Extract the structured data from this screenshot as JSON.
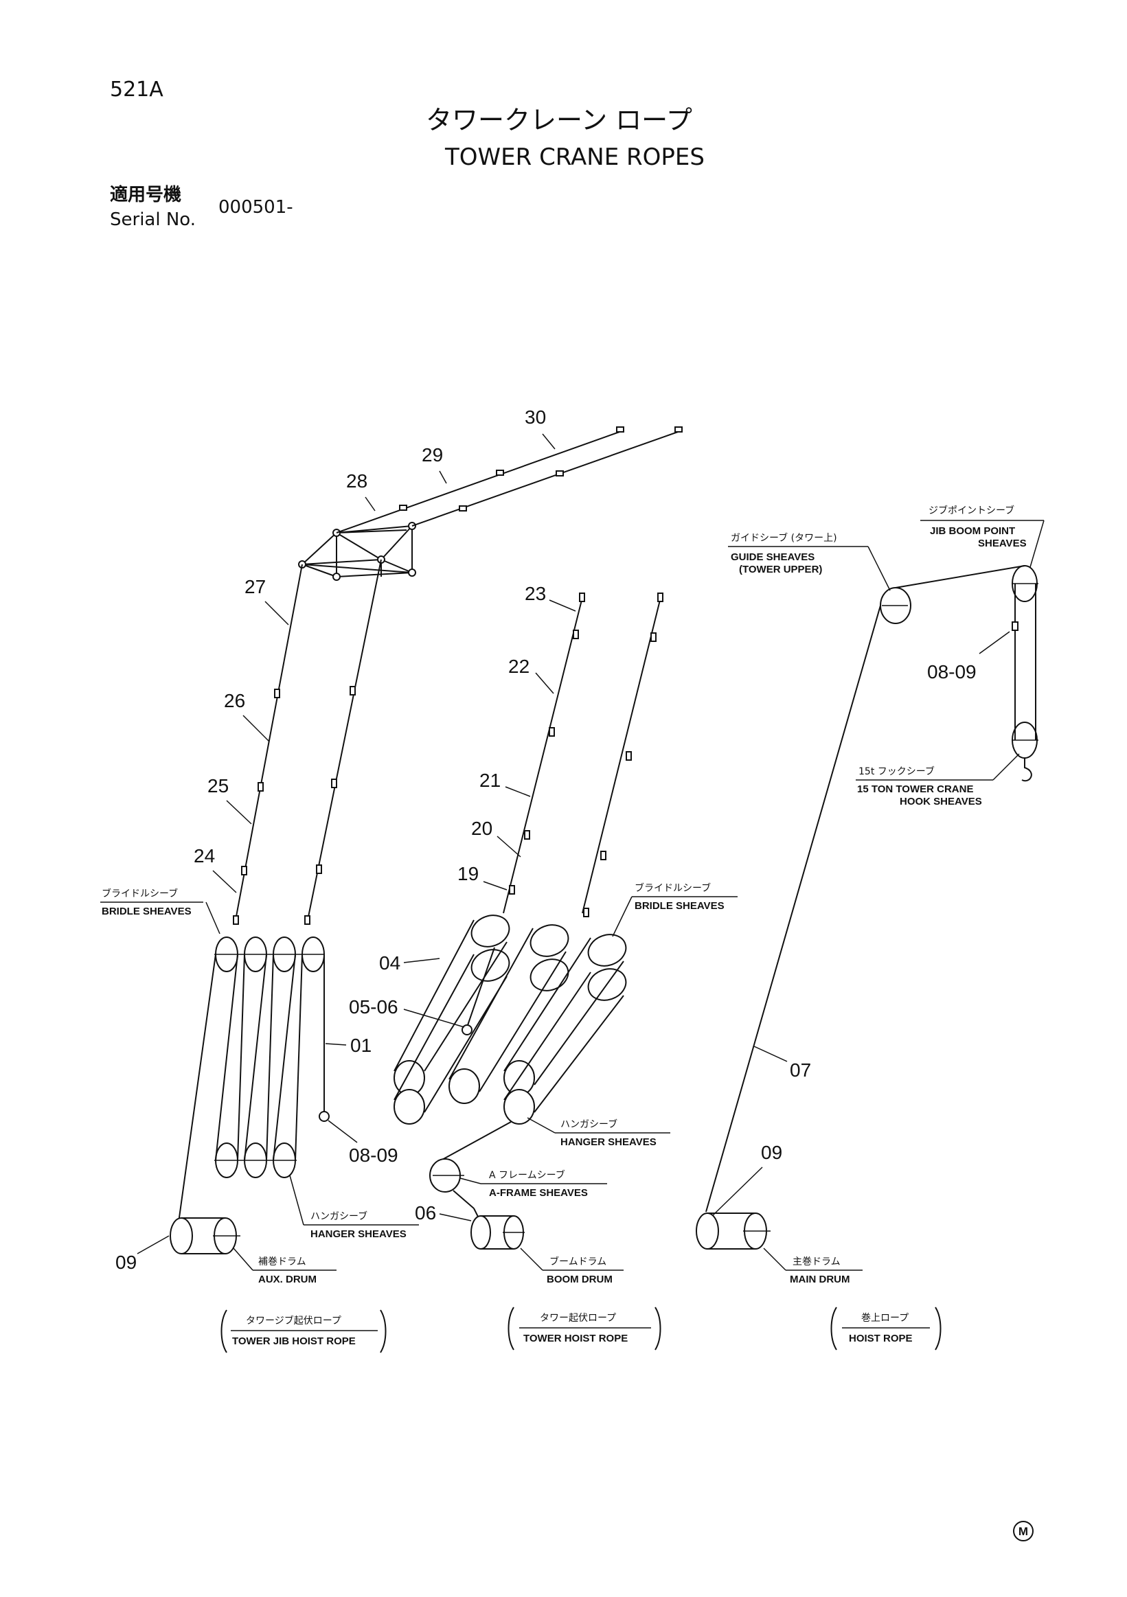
{
  "header": {
    "page_code": "521A",
    "title_jp": "タワークレーン ロープ",
    "title_en": "TOWER CRANE ROPES",
    "serial_label_jp": "適用号機",
    "serial_label_en": "Serial No.",
    "serial_value": "000501-"
  },
  "callouts": {
    "c30": "30",
    "c29": "29",
    "c28": "28",
    "c27": "27",
    "c26": "26",
    "c25": "25",
    "c24": "24",
    "c23": "23",
    "c22": "22",
    "c21": "21",
    "c20": "20",
    "c19": "19",
    "c04": "04",
    "c0506": "05-06",
    "c01": "01",
    "c0809_left": "08-09",
    "c0809_right": "08-09",
    "c07": "07",
    "c09_left": "09",
    "c09_right": "09",
    "c06": "06"
  },
  "labels": {
    "bridle_left_jp": "ブライドルシーブ",
    "bridle_left_en": "BRIDLE SHEAVES",
    "bridle_mid_jp": "ブライドルシーブ",
    "bridle_mid_en": "BRIDLE SHEAVES",
    "guide_jp": "ガイドシーブ (タワー上)",
    "guide_en1": "GUIDE SHEAVES",
    "guide_en2": "(TOWER UPPER)",
    "jib_jp": "ジブポイントシーブ",
    "jib_en1": "JIB BOOM POINT",
    "jib_en2": "SHEAVES",
    "hook_jp": "15t フックシーブ",
    "hook_en1": "15 TON TOWER CRANE",
    "hook_en2": "HOOK SHEAVES",
    "hanger_left_jp": "ハンガシーブ",
    "hanger_left_en": "HANGER SHEAVES",
    "hanger_mid_jp": "ハンガシーブ",
    "hanger_mid_en": "HANGER SHEAVES",
    "aframe_jp": "A フレームシーブ",
    "aframe_en": "A-FRAME SHEAVES",
    "aux_jp": "補巻ドラム",
    "aux_en": "AUX.  DRUM",
    "boom_jp": "ブームドラム",
    "boom_en": "BOOM DRUM",
    "main_jp": "主巻ドラム",
    "main_en": "MAIN DRUM"
  },
  "groups": {
    "jib_hoist_jp": "タワージブ起伏ロープ",
    "jib_hoist_en": "TOWER JIB HOIST ROPE",
    "tower_hoist_jp": "タワー起伏ロープ",
    "tower_hoist_en": "TOWER HOIST ROPE",
    "hoist_jp": "巻上ロープ",
    "hoist_en": "HOIST ROPE"
  },
  "footer": {
    "mark": "M"
  }
}
